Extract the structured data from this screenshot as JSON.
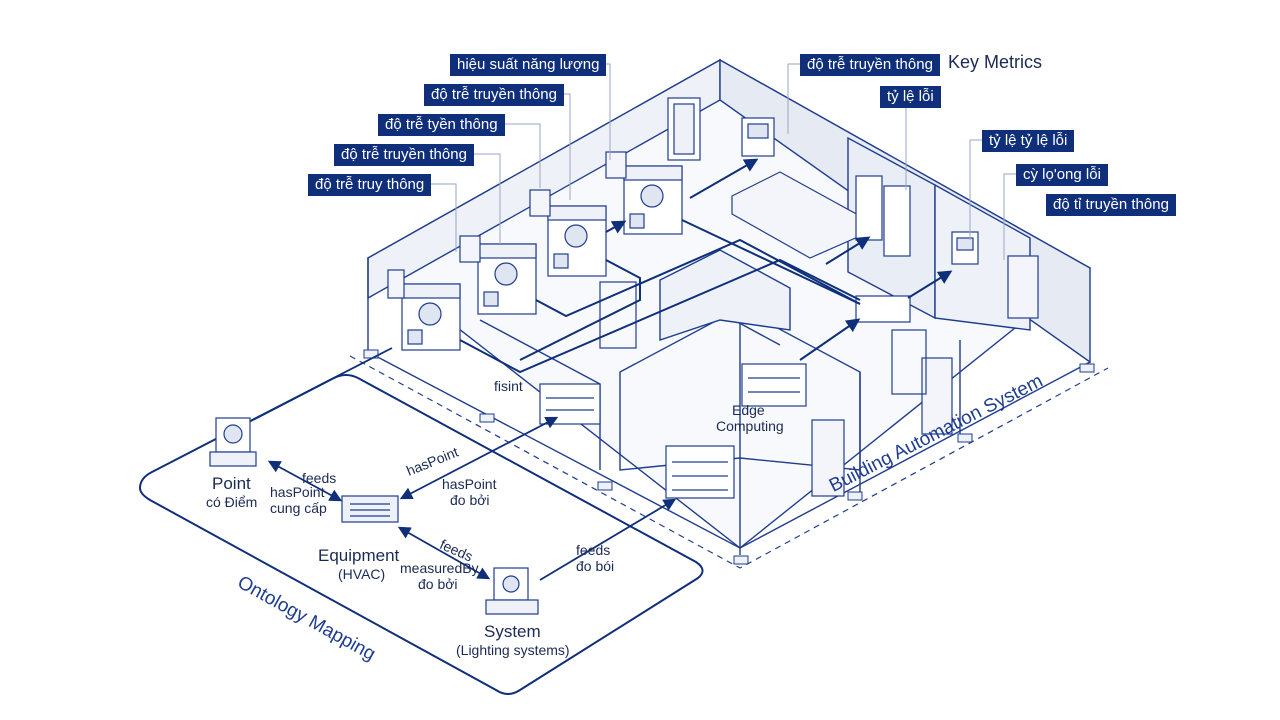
{
  "metrics_header": "Key Metrics",
  "left_labels": [
    "hiệu suất năng lượng",
    "độ trễ truyền thông",
    "độ trễ tyền thông",
    "độ trễ truyền thông",
    "độ trễ truy thông"
  ],
  "right_labels": [
    "độ trễ truyền thông",
    "tỷ lệ lỗi",
    "tỷ lệ tỷ lệ lỗi",
    "cỳ lọ'ong lỗi",
    "độ tỉ truyền thông"
  ],
  "edge": {
    "line1": "Edge",
    "line2": "Computing"
  },
  "fisint": "fisint",
  "system_banner": "Building Automation System",
  "ontology": {
    "title": "Ontology Mapping",
    "point": {
      "name": "Point",
      "sub": "có Điểm"
    },
    "equipment": {
      "name": "Equipment",
      "sub": "(HVAC)"
    },
    "system": {
      "name": "System",
      "sub": "(Lighting systems)"
    },
    "rel_feeds_1": "feeds",
    "rel_haspoint_1": "hasPoint",
    "rel_cungcap": "cung cấp",
    "rel_haspoint_2": "hasPoint",
    "rel_haspoint_3": "hasPoint",
    "rel_dobo_1": "đo bởi",
    "rel_feeds_2": "feeds",
    "rel_measuredby": "measuredBy",
    "rel_dobo_2": "đo bởi",
    "rel_feeds_3": "feeds",
    "rel_dobo_3": "đo bói"
  },
  "colors": {
    "navy": "#0f2f7a",
    "line": "#1f3d8f",
    "wall": "#dfe5f1",
    "text": "#1b2a55"
  }
}
